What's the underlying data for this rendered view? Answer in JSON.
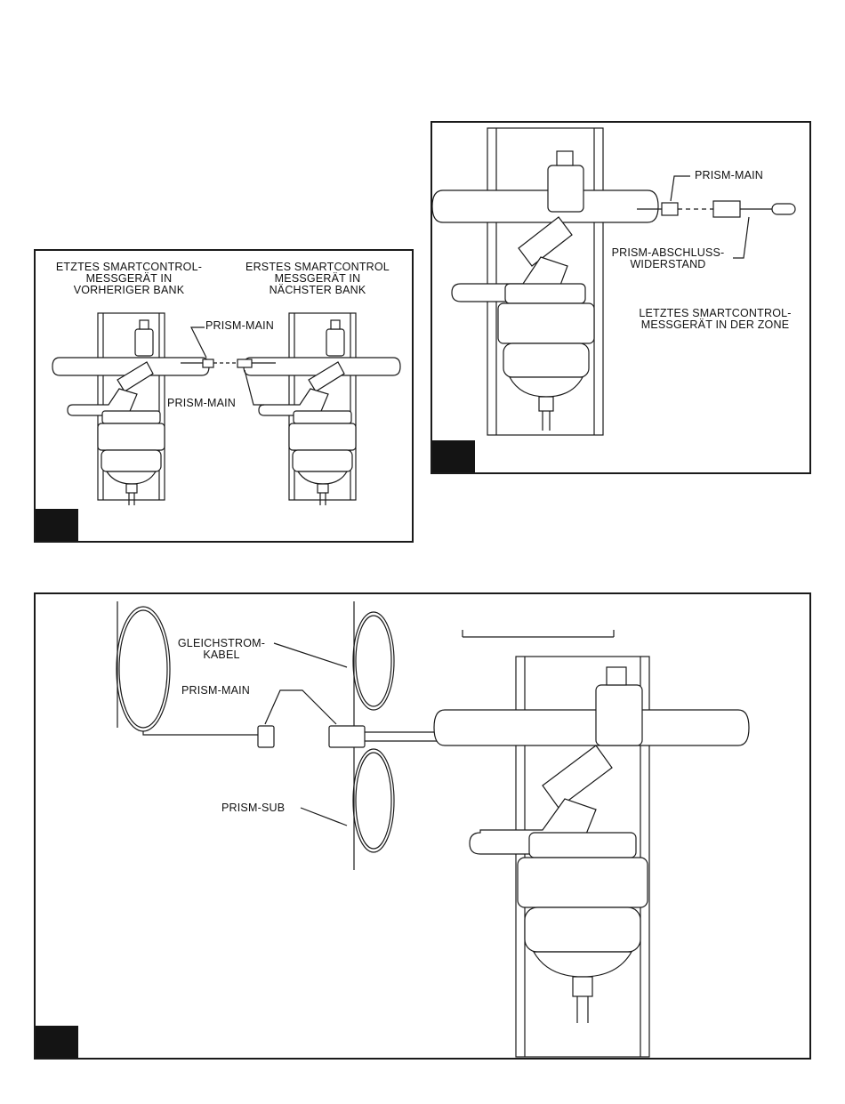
{
  "figures": [
    {
      "id": "panel-left",
      "labels": {
        "last_meter": [
          "ETZTES SMARTCONTROL-",
          "MESSGERÄT IN",
          "VORHERIGER BANK"
        ],
        "first_meter": [
          "ERSTES SMARTCONTROL",
          "MESSGERÄT IN",
          "NÄCHSTER BANK"
        ],
        "prism_main_top": "PRISM-MAIN",
        "prism_main_bottom": "PRISM-MAIN"
      }
    },
    {
      "id": "panel-right",
      "labels": {
        "prism_main": "PRISM-MAIN",
        "terminator": [
          "PRISM-ABSCHLUSS-",
          "WIDERSTAND"
        ],
        "last_meter_zone": [
          "LETZTES SMARTCONTROL-",
          "MESSGERÄT IN DER ZONE"
        ]
      }
    },
    {
      "id": "panel-bottom",
      "labels": {
        "dc_cable": [
          "GLEICHSTROM-",
          "KABEL"
        ],
        "prism_main": "PRISM-MAIN",
        "prism_sub": "PRISM-SUB"
      }
    }
  ],
  "colors": {
    "line": "#1a1a1a",
    "tab": "#141414",
    "shade": "#e6e6e6"
  }
}
